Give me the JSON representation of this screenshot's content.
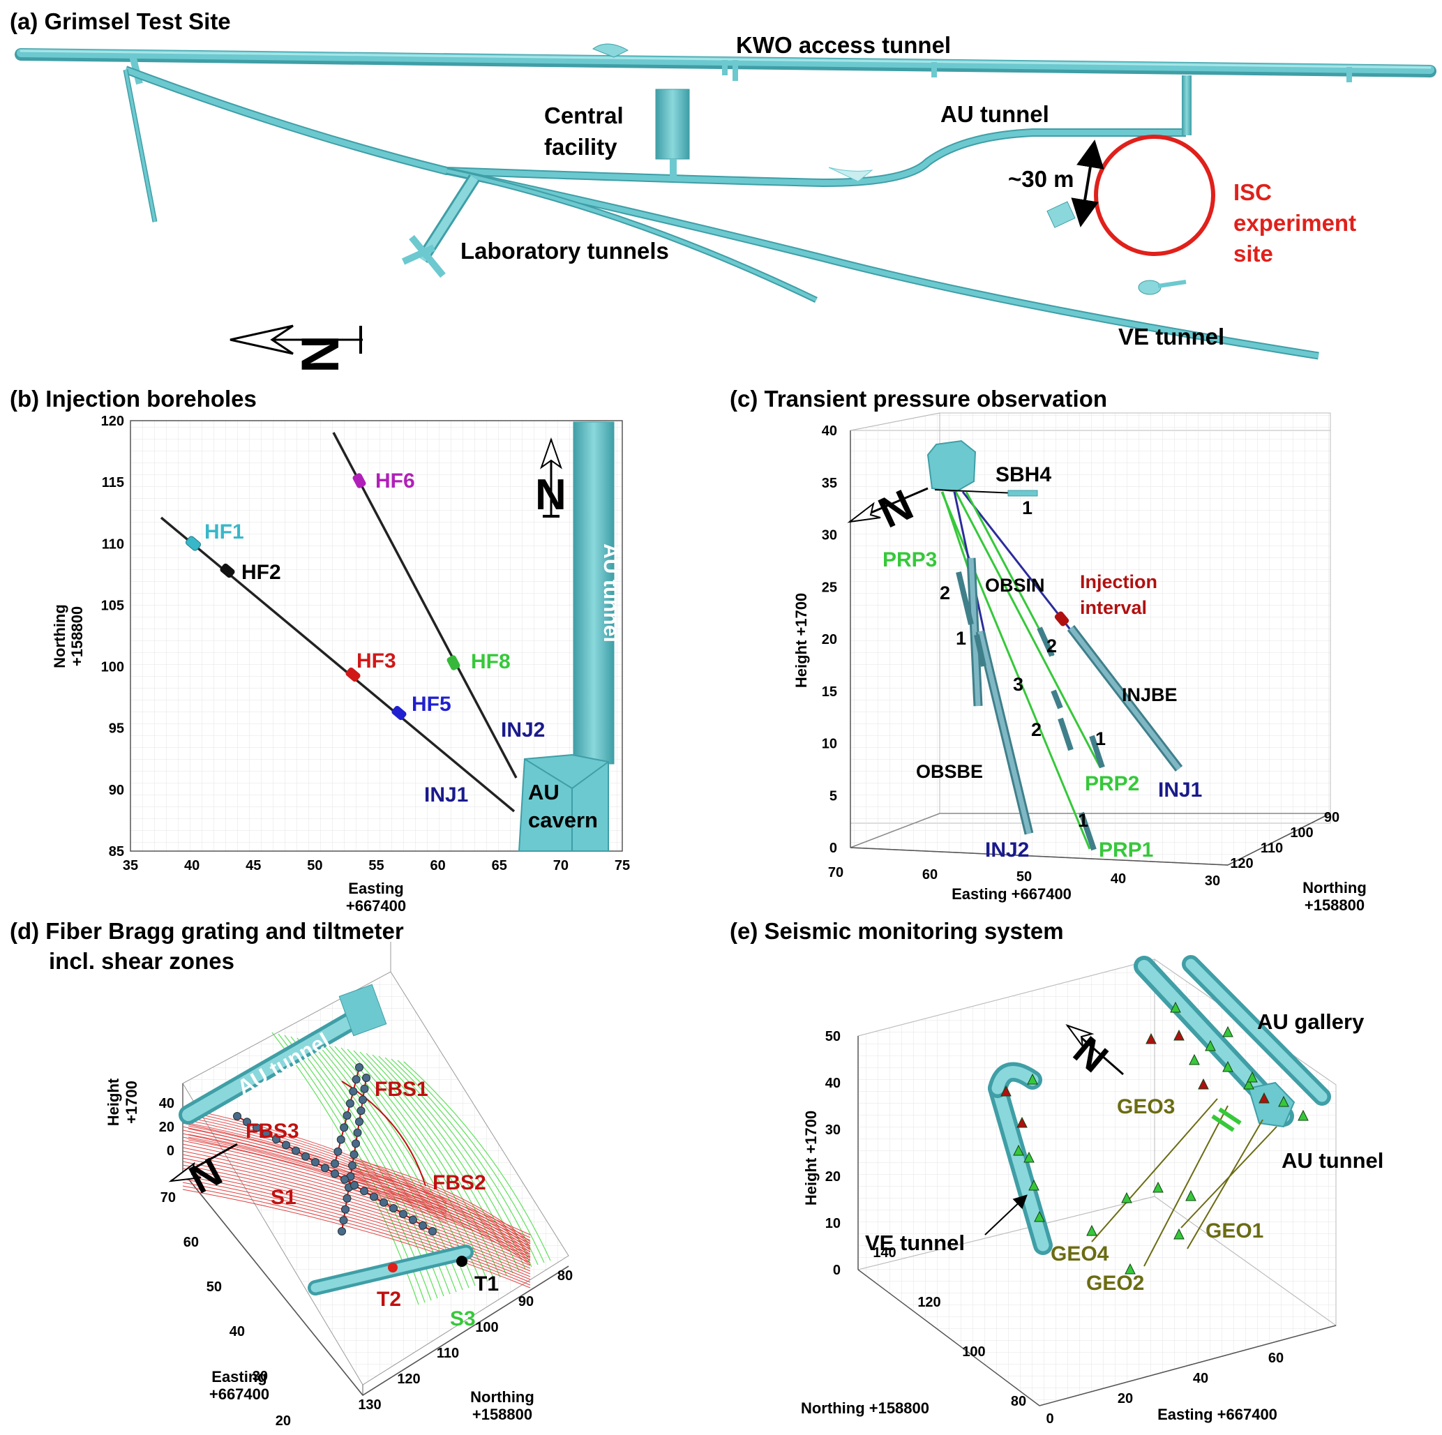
{
  "colors": {
    "tunnel": "#6cc9cf",
    "tunnel_dark": "#3a9aa3",
    "isc_red": "#e0201b",
    "cyan": "#38b7c8",
    "green": "#36c83a",
    "navy": "#1a1a8c",
    "blue": "#2020d0",
    "magenta": "#b020b8",
    "darkred": "#b01010",
    "olive": "#6b6b12"
  },
  "panel_a": {
    "title": "(a) Grimsel Test Site",
    "labels": {
      "kwo": "KWO access tunnel",
      "central1": "Central",
      "central2": "facility",
      "au": "AU tunnel",
      "lab": "Laboratory tunnels",
      "ve": "VE tunnel",
      "isc1": "ISC",
      "isc2": "experiment",
      "isc3": "site",
      "dist": "~30 m",
      "north": "N"
    }
  },
  "panel_b": {
    "title": "(b) Injection boreholes",
    "xlabel1": "Easting",
    "xlabel2": "+667400",
    "ylabel1": "Northing",
    "ylabel2": "+158800",
    "xticks": [
      "35",
      "40",
      "45",
      "50",
      "55",
      "60",
      "65",
      "70",
      "75"
    ],
    "yticks": [
      "85",
      "90",
      "95",
      "100",
      "105",
      "110",
      "115",
      "120"
    ],
    "labels": {
      "hf1": "HF1",
      "hf2": "HF2",
      "hf3": "HF3",
      "hf5": "HF5",
      "hf6": "HF6",
      "hf8": "HF8",
      "inj1": "INJ1",
      "inj2": "INJ2",
      "au_tunnel": "AU tunnel",
      "cavern1": "AU",
      "cavern2": "cavern",
      "north": "N"
    }
  },
  "panel_c": {
    "title": "(c) Transient pressure observation",
    "zlabel": "Height +1700",
    "xlabel": "Easting +667400",
    "ylabel1": "Northing",
    "ylabel2": "+158800",
    "zticks": [
      "0",
      "5",
      "10",
      "15",
      "20",
      "25",
      "30",
      "35",
      "40"
    ],
    "xticks": [
      "70",
      "60",
      "50",
      "40",
      "30"
    ],
    "yticks": [
      "120",
      "110",
      "100",
      "90"
    ],
    "labels": {
      "sbh4": "SBH4",
      "prp3": "PRP3",
      "obsin": "OBSIN",
      "injint1": "Injection",
      "injint2": "interval",
      "injbe": "INJBE",
      "obsbe": "OBSBE",
      "prp2": "PRP2",
      "inj1": "INJ1",
      "inj2": "INJ2",
      "prp1": "PRP1",
      "n1": "1",
      "n2": "2",
      "n3": "3",
      "north": "N"
    }
  },
  "panel_d": {
    "title1": "(d) Fiber Bragg grating and tiltmeter",
    "title2": "incl. shear zones",
    "zlabel1": "Height",
    "zlabel2": "+1700",
    "xlabel1": "Easting",
    "xlabel2": "+667400",
    "ylabel1": "Northing",
    "ylabel2": "+158800",
    "zticks": [
      "40",
      "20",
      "0"
    ],
    "xticks": [
      "70",
      "60",
      "50",
      "40",
      "30",
      "20"
    ],
    "yticks": [
      "130",
      "120",
      "110",
      "100",
      "90",
      "80"
    ],
    "labels": {
      "au_tunnel": "AU tunnel",
      "fbs1": "FBS1",
      "fbs2": "FBS2",
      "fbs3": "FBS3",
      "s1": "S1",
      "s3": "S3",
      "t1": "T1",
      "t2": "T2",
      "north": "N"
    }
  },
  "panel_e": {
    "title": "(e) Seismic monitoring system",
    "zlabel": "Height +1700",
    "xlabel": "Easting +667400",
    "ylabel": "Northing +158800",
    "zticks": [
      "0",
      "10",
      "20",
      "30",
      "40",
      "50"
    ],
    "xticks": [
      "0",
      "20",
      "40",
      "60"
    ],
    "yticks": [
      "80",
      "100",
      "120",
      "140"
    ],
    "labels": {
      "au_gallery": "AU gallery",
      "au_tunnel": "AU tunnel",
      "ve_tunnel": "VE tunnel",
      "geo1": "GEO1",
      "geo2": "GEO2",
      "geo3": "GEO3",
      "geo4": "GEO4",
      "north": "N"
    }
  }
}
